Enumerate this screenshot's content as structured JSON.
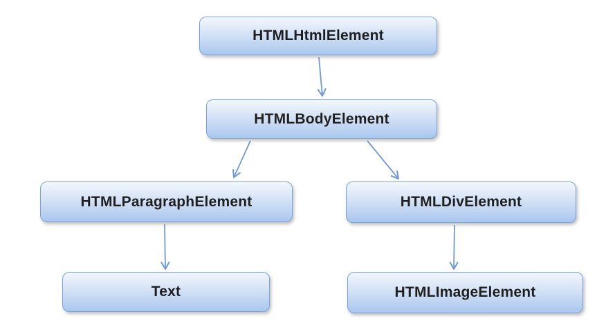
{
  "diagram": {
    "type": "tree",
    "nodes": [
      {
        "id": "html",
        "label": "HTMLHtmlElement"
      },
      {
        "id": "body",
        "label": "HTMLBodyElement"
      },
      {
        "id": "paragraph",
        "label": "HTMLParagraphElement"
      },
      {
        "id": "div",
        "label": "HTMLDivElement"
      },
      {
        "id": "text",
        "label": "Text"
      },
      {
        "id": "image",
        "label": "HTMLImageElement"
      }
    ],
    "edges": [
      {
        "from": "html",
        "to": "body"
      },
      {
        "from": "body",
        "to": "paragraph"
      },
      {
        "from": "body",
        "to": "div"
      },
      {
        "from": "paragraph",
        "to": "text"
      },
      {
        "from": "div",
        "to": "image"
      }
    ],
    "colors": {
      "background": "#ffffff",
      "box_fill_top": "#f2f7fd",
      "box_fill_bottom": "#aac7ee",
      "box_border": "#7ca2d8",
      "arrow": "#7199cf",
      "text": "#1f1f1f"
    }
  }
}
